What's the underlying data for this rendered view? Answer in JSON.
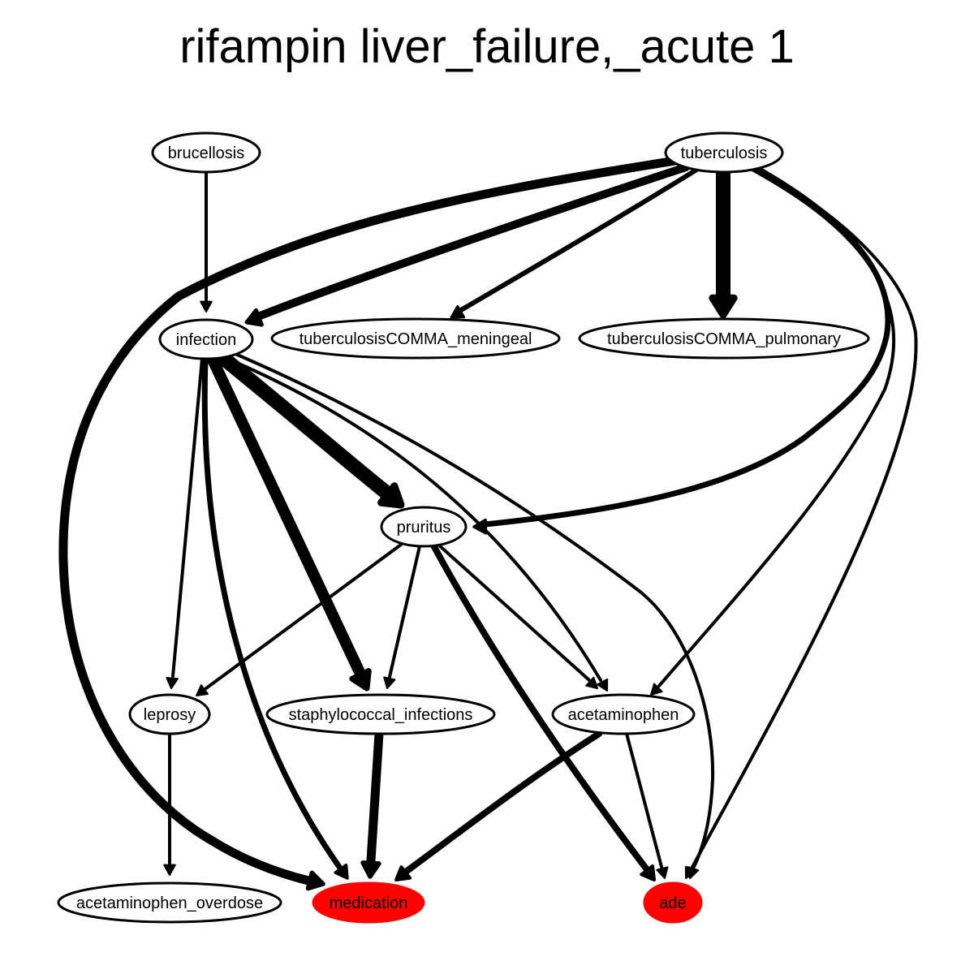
{
  "title": "rifampin liver_failure,_acute 1",
  "colors": {
    "target_fill": "#ff0000",
    "node_fill": "#ffffff",
    "stroke": "#000000"
  },
  "nodes": [
    {
      "id": "brucellosis",
      "label": "brucellosis",
      "target": false
    },
    {
      "id": "tuberculosis",
      "label": "tuberculosis",
      "target": false
    },
    {
      "id": "infection",
      "label": "infection",
      "target": false
    },
    {
      "id": "tb_meningeal",
      "label": "tuberculosisCOMMA_meningeal",
      "target": false
    },
    {
      "id": "tb_pulmonary",
      "label": "tuberculosisCOMMA_pulmonary",
      "target": false
    },
    {
      "id": "pruritus",
      "label": "pruritus",
      "target": false
    },
    {
      "id": "leprosy",
      "label": "leprosy",
      "target": false
    },
    {
      "id": "staph",
      "label": "staphylococcal_infections",
      "target": false
    },
    {
      "id": "acetaminophen",
      "label": "acetaminophen",
      "target": false
    },
    {
      "id": "acet_overdose",
      "label": "acetaminophen_overdose",
      "target": false
    },
    {
      "id": "medication",
      "label": "medication",
      "target": true
    },
    {
      "id": "ade",
      "label": "ade",
      "target": true
    }
  ],
  "edges": [
    {
      "from": "brucellosis",
      "to": "infection"
    },
    {
      "from": "tuberculosis",
      "to": "infection"
    },
    {
      "from": "tuberculosis",
      "to": "tb_meningeal"
    },
    {
      "from": "tuberculosis",
      "to": "tb_pulmonary"
    },
    {
      "from": "tuberculosis",
      "to": "pruritus"
    },
    {
      "from": "tuberculosis",
      "to": "medication"
    },
    {
      "from": "tuberculosis",
      "to": "acetaminophen"
    },
    {
      "from": "tuberculosis",
      "to": "ade"
    },
    {
      "from": "infection",
      "to": "pruritus"
    },
    {
      "from": "infection",
      "to": "leprosy"
    },
    {
      "from": "infection",
      "to": "staph"
    },
    {
      "from": "infection",
      "to": "medication"
    },
    {
      "from": "infection",
      "to": "acetaminophen"
    },
    {
      "from": "infection",
      "to": "ade"
    },
    {
      "from": "pruritus",
      "to": "leprosy"
    },
    {
      "from": "pruritus",
      "to": "staph"
    },
    {
      "from": "pruritus",
      "to": "acetaminophen"
    },
    {
      "from": "pruritus",
      "to": "ade"
    },
    {
      "from": "leprosy",
      "to": "acet_overdose"
    },
    {
      "from": "staph",
      "to": "medication"
    },
    {
      "from": "acetaminophen",
      "to": "medication"
    },
    {
      "from": "acetaminophen",
      "to": "ade"
    }
  ]
}
